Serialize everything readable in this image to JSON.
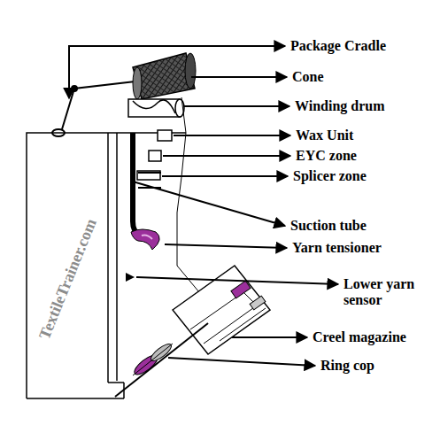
{
  "diagram": {
    "labels": [
      "Package Cradle",
      "Cone",
      "Winding drum",
      "Wax Unit",
      "EYC zone",
      "Splicer zone",
      "Suction tube",
      "Yarn tensioner",
      "Lower yarn sensor",
      "Creel magazine",
      "Ring cop",
      "TextileTrainer.com"
    ]
  }
}
